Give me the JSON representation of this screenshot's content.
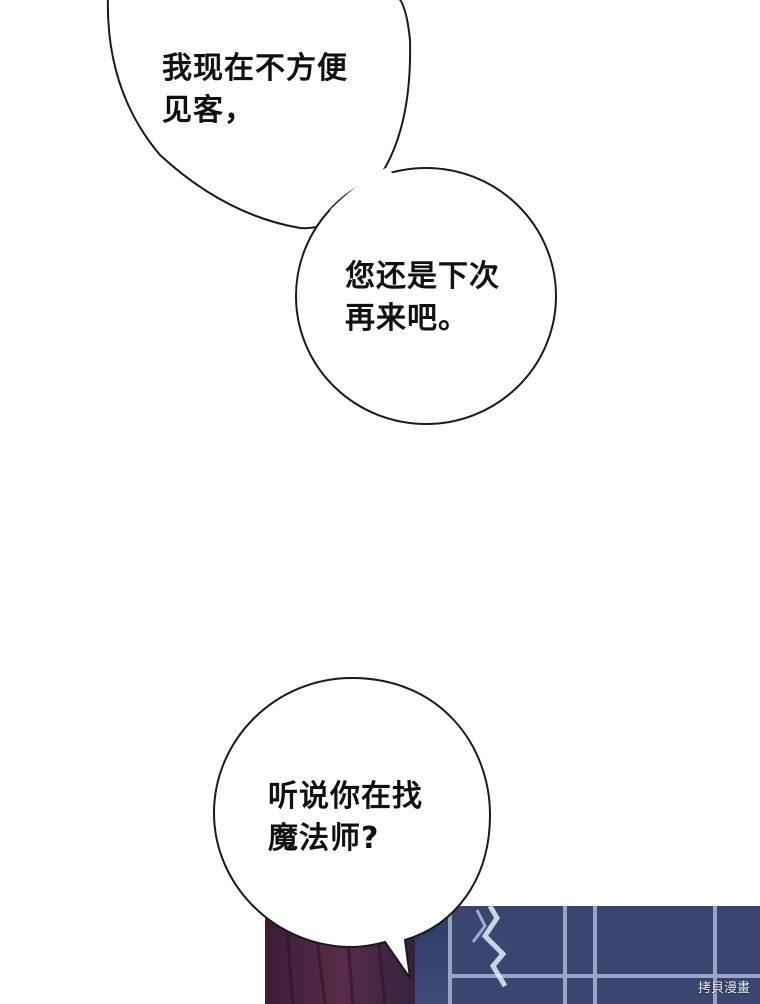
{
  "bubbles": [
    {
      "text": "我现在不方便\n见客，"
    },
    {
      "text": "您还是下次\n再来吧。"
    },
    {
      "text": "听说你在找\n魔法师?"
    }
  ],
  "watermark": "拷貝漫畫",
  "colors": {
    "bubble_fill": "#ffffff",
    "bubble_stroke": "#1a1a1a",
    "panel_dark": "#2a3050",
    "curtain": "#4a2a40",
    "window_frame": "#8c97b5"
  }
}
